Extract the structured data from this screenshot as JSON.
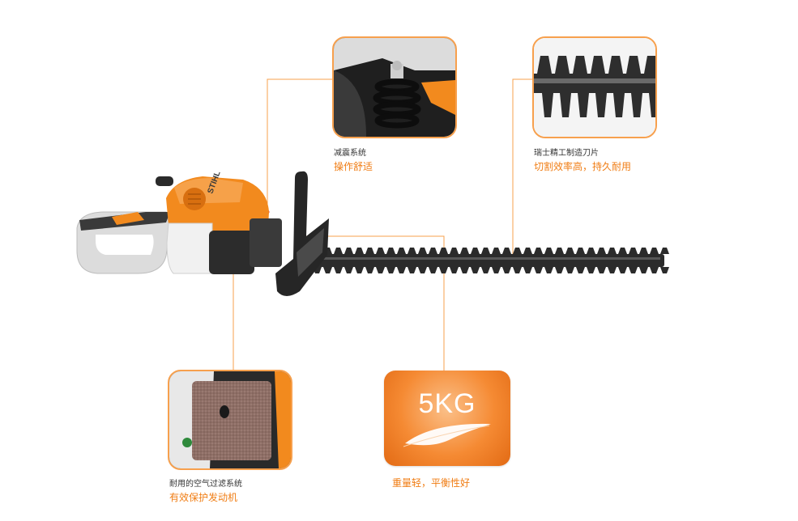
{
  "callouts": {
    "vibration": {
      "title": "减震系统",
      "subtitle": "操作舒适"
    },
    "blade": {
      "title": "瑞士精工制造刀片",
      "subtitle": "切割效率高，持久耐用"
    },
    "filter": {
      "title": "耐用的空气过滤系统",
      "subtitle": "有效保护发动机"
    },
    "weight": {
      "value": "5KG",
      "subtitle": "重量轻，平衡性好"
    }
  },
  "product": {
    "brand_mark": "STIHL"
  },
  "colors": {
    "accent": "#f07d14",
    "line": "#f7a04d",
    "engine_orange": "#f28a1e",
    "blade_dark": "#2b2b2b"
  }
}
